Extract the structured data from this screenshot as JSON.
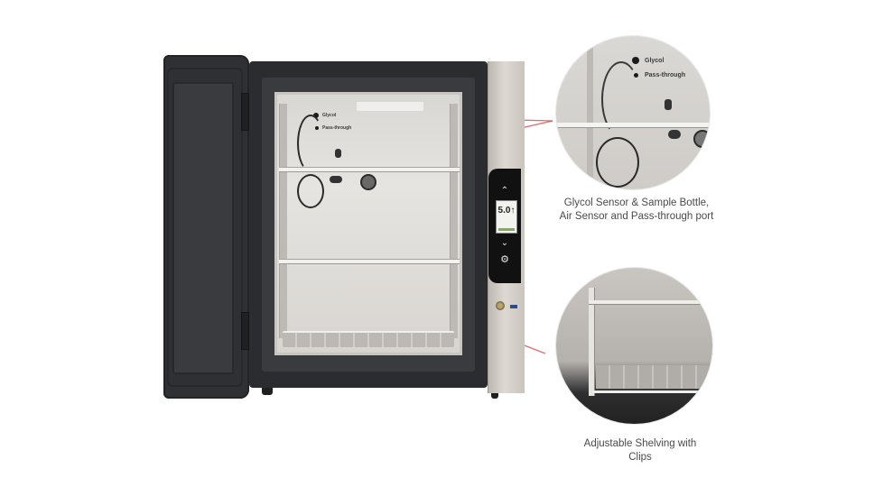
{
  "product": {
    "description": "Open incubator cabinet with adjustable shelving and side control panel",
    "colors": {
      "background": "#ffffff",
      "cabinet": "#2b2c2f",
      "chamber": "#dedbd7",
      "side_column": "#ccc8c1",
      "callout_line": "#d9534f",
      "caption_text": "#4a4a4a"
    }
  },
  "chamber_labels": {
    "port1": "Glycol",
    "port2": "Pass-through"
  },
  "control_panel": {
    "up_icon": "chevron-up",
    "down_icon": "chevron-down",
    "settings_icon": "gear",
    "display_value": "5.0↑"
  },
  "callouts": [
    {
      "id": "sensor",
      "caption_line1": "Glycol Sensor & Sample Bottle,",
      "caption_line2": "Air Sensor and Pass-through port",
      "inset_labels": [
        "Glycol",
        "Pass-through"
      ]
    },
    {
      "id": "shelving",
      "caption_line1": "Adjustable Shelving with",
      "caption_line2": "Clips"
    }
  ]
}
